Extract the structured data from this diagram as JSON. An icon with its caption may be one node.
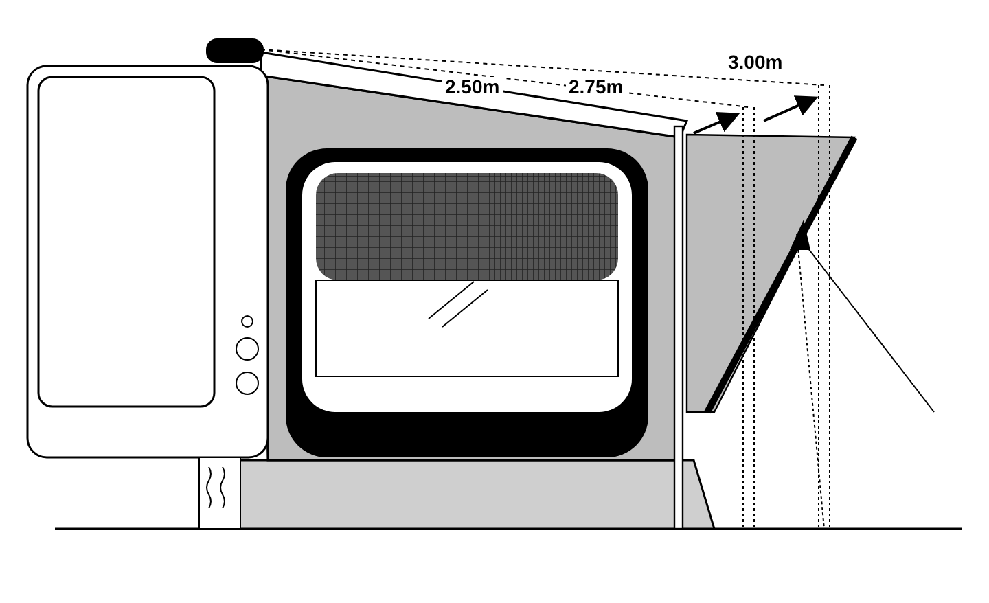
{
  "diagram": {
    "labels": [
      "2.50m",
      "2.75m",
      "3.00m"
    ]
  }
}
